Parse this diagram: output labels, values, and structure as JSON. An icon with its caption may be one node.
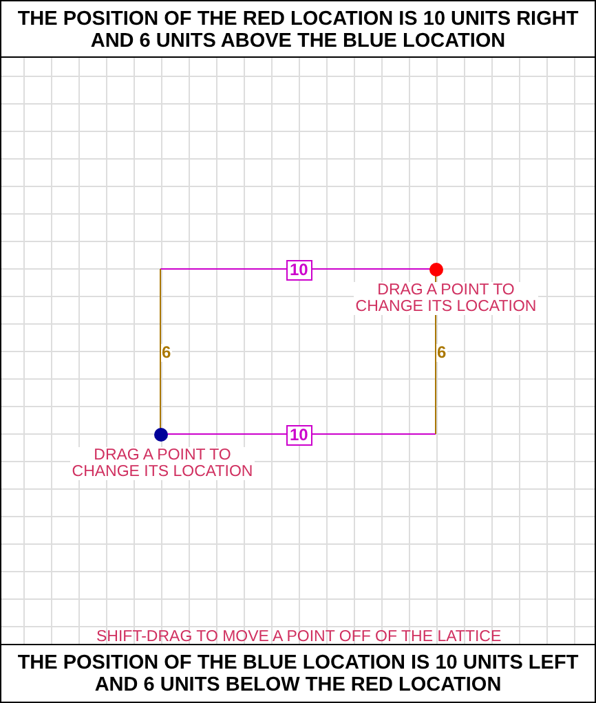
{
  "diagram": {
    "title": "THE POSITION OF THE RED LOCATION IS 10 UNITS RIGHT AND 6 UNITS ABOVE THE BLUE LOCATION",
    "caption": "THE POSITION OF THE BLUE LOCATION IS 10 UNITS LEFT AND 6 UNITS BELOW THE RED LOCATION",
    "nodes": [
      {
        "text": [],
        "shape": "circle",
        "beside": [
          "DRAG A POINT TO CHANGE ITS LOCATION"
        ]
      },
      {
        "text": [],
        "shape": "circle",
        "beside": [
          "DRAG A POINT TO CHANGE ITS LOCATION"
        ]
      }
    ],
    "labels": [
      "10",
      "6",
      "6",
      "10",
      "SHIFT-DRAG TO MOVE A POINT OFF OF THE LATTICE"
    ]
  }
}
